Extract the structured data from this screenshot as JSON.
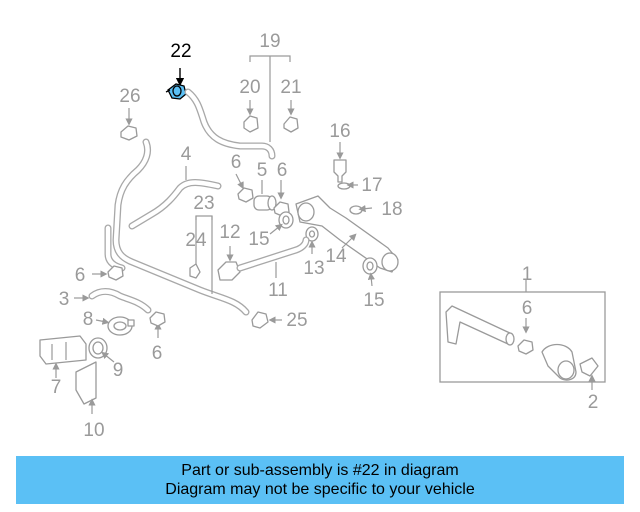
{
  "diagram": {
    "labels": {
      "p1": "1",
      "p2": "2",
      "p3": "3",
      "p4": "4",
      "p5": "5",
      "p6a": "6",
      "p6b": "6",
      "p6c": "6",
      "p6d": "6",
      "p6e": "6",
      "p7": "7",
      "p8": "8",
      "p9": "9",
      "p10": "10",
      "p11": "11",
      "p12": "12",
      "p13": "13",
      "p14": "14",
      "p15a": "15",
      "p15b": "15",
      "p16": "16",
      "p17": "17",
      "p18": "18",
      "p19": "19",
      "p20": "20",
      "p21": "21",
      "p22": "22",
      "p23": "23",
      "p24": "24",
      "p25": "25",
      "p26": "26"
    },
    "highlighted_part": "22",
    "highlight_color": "#5bc0f5",
    "line_color": "#9a9a9a"
  },
  "banner": {
    "line1": "Part or sub-assembly is #22 in diagram",
    "line2": "Diagram may not be specific to your vehicle",
    "background": "#5bc0f5"
  }
}
